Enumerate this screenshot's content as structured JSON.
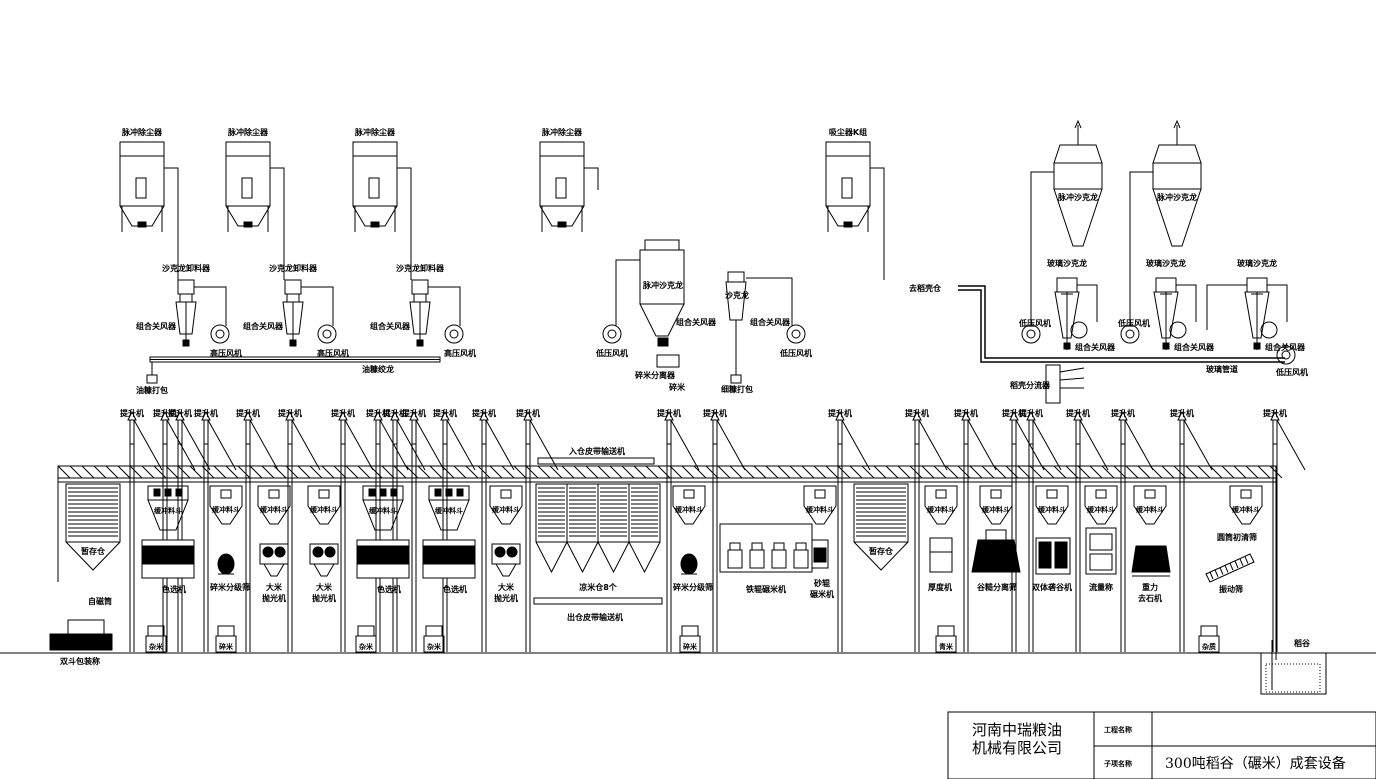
{
  "dust_collectors": [
    {
      "label": "脉冲除尘器"
    },
    {
      "label": "脉冲除尘器"
    },
    {
      "label": "脉冲除尘器"
    },
    {
      "label": "脉冲除尘器"
    },
    {
      "label": "吸尘器K组"
    }
  ],
  "cyclone_group_left": [
    {
      "top": "沙克龙卸料器",
      "left": "组合关风器",
      "fan": "高压风机"
    },
    {
      "top": "沙克龙卸料器",
      "left": "组合关风器",
      "fan": "高压风机"
    },
    {
      "top": "沙克龙卸料器",
      "left": "组合关风器",
      "fan": "高压风机"
    }
  ],
  "misc_top": {
    "bran_auger": "油糠绞龙",
    "bran_pack": "油糠打包",
    "pulse_cyclone": "脉冲沙克龙",
    "low_fan_a": "低压风机",
    "combo_valve_a": "组合关风器",
    "broken_sieve": "碎米分离器",
    "broken_rice": "碎米",
    "cyclone_small": "沙克龙",
    "combo_valve_b": "组合关风器",
    "fine_pack": "细糠打包",
    "low_fan_b": "低压风机",
    "husk_out": "去稻壳仓",
    "husk_splitter": "稻壳分流器",
    "glass_pipe": "玻璃管道",
    "low_fan_c": "低压风机"
  },
  "cyclone_group_right": [
    {
      "top": "玻璃沙克龙",
      "fan": "低压风机",
      "valve": "组合关风器",
      "pulse": "脉冲沙克龙"
    },
    {
      "top": "玻璃沙克龙",
      "fan": "低压风机",
      "valve": "组合关风器",
      "pulse": "脉冲沙克龙"
    },
    {
      "top": "玻璃沙克龙",
      "fan": "",
      "valve": "组合关风器",
      "pulse": ""
    }
  ],
  "elevator_label": "提升机",
  "conveyors": {
    "inlet": "入仓皮带输送机",
    "outlet": "出仓皮带输送机"
  },
  "buffer_label": "缓冲料斗",
  "machines": [
    {
      "label": "暂存仓"
    },
    {
      "label": "色选机"
    },
    {
      "label": "碎米分级筛"
    },
    {
      "label": "大米\n抛光机"
    },
    {
      "label": "大米\n抛光机"
    },
    {
      "label": "色选机"
    },
    {
      "label": "色选机"
    },
    {
      "label": "大米\n抛光机"
    },
    {
      "label": "凉米仓8个"
    },
    {
      "label": "碎米分级筛"
    },
    {
      "label": "铁辊碾米机"
    },
    {
      "label": "砂辊\n碾米机"
    },
    {
      "label": "暂存仓"
    },
    {
      "label": "厚度机"
    },
    {
      "label": "谷糙分离筛"
    },
    {
      "label": "双体砻谷机"
    },
    {
      "label": "流量称"
    },
    {
      "label": "重力\n去石机"
    },
    {
      "label": "圆筒初清筛"
    },
    {
      "label": "振动筛"
    }
  ],
  "bottom_items": {
    "magnet": "自磁筒",
    "packer": "双斗包装称",
    "mixed_rice": "杂米",
    "broken_rice": "碎米",
    "green_rice": "青米",
    "impurity": "杂质",
    "paddy": "稻谷"
  },
  "title_block": {
    "company": "河南中瑞粮油\n机械有限公司",
    "project_label": "工程名称",
    "project_value": "",
    "subproject_label": "子项名称",
    "subproject_value": "300吨稻谷（碾米）成套设备"
  }
}
